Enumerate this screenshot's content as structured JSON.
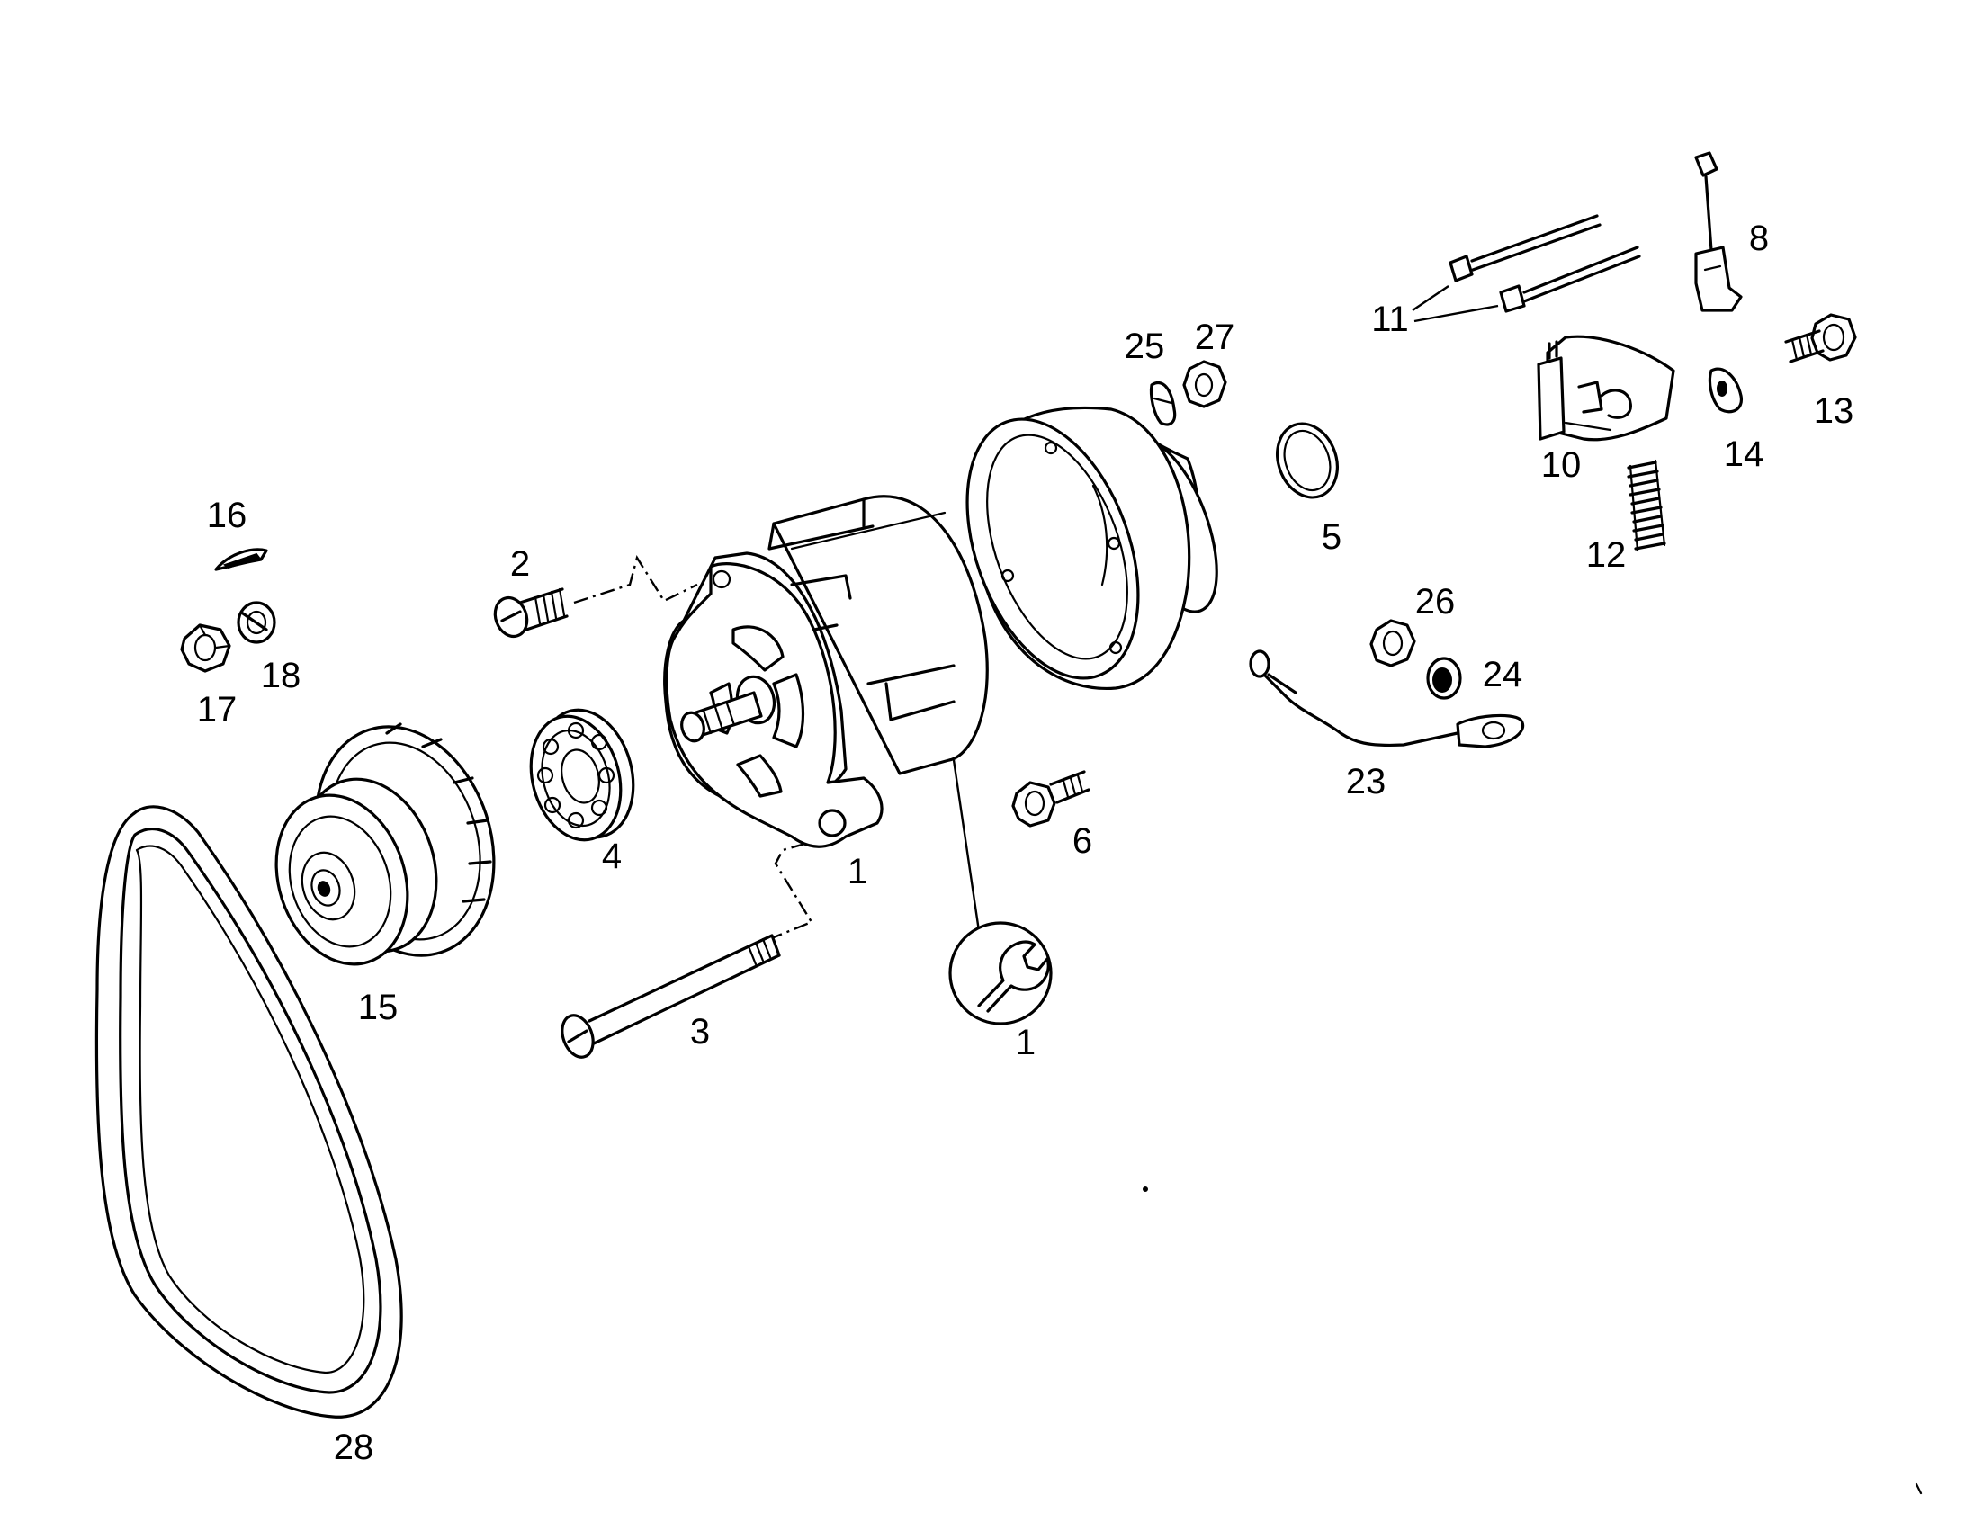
{
  "callouts": {
    "c1_alternator": "1",
    "c1_tool": "1",
    "c2": "2",
    "c3": "3",
    "c4": "4",
    "c5": "5",
    "c6": "6",
    "c8": "8",
    "c10": "10",
    "c11": "11",
    "c12": "12",
    "c13": "13",
    "c14": "14",
    "c15": "15",
    "c16": "16",
    "c17": "17",
    "c18": "18",
    "c23": "23",
    "c24": "24",
    "c25": "25",
    "c26": "26",
    "c27": "27",
    "c28": "28"
  },
  "icons": {
    "tool_symbol": "wrench-icon"
  }
}
